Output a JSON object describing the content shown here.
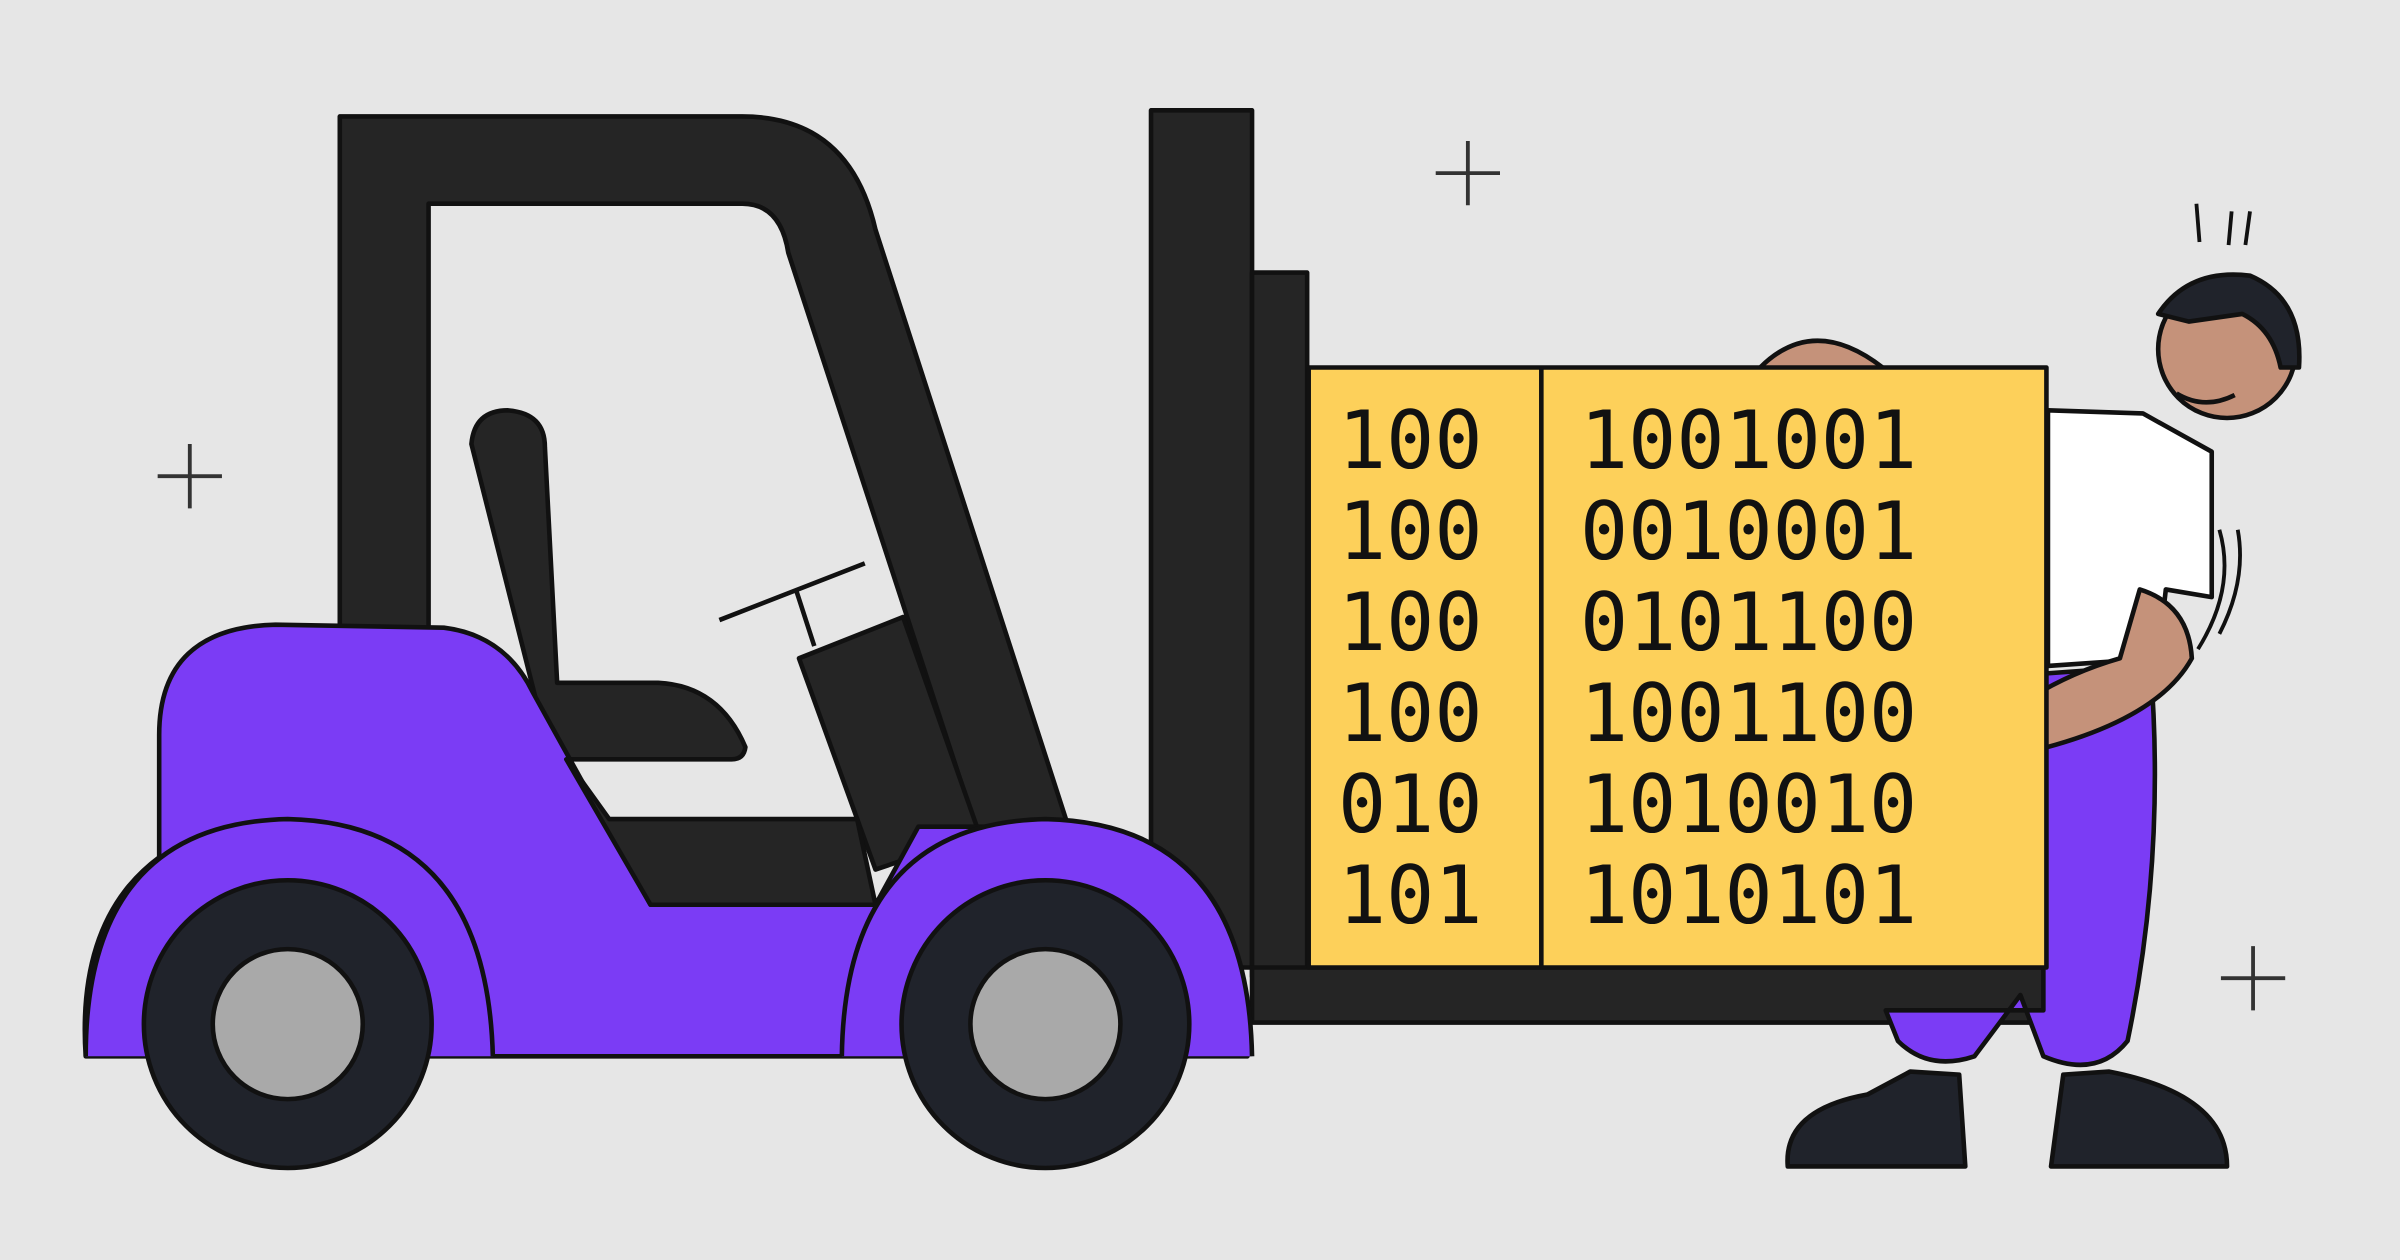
{
  "illustration": {
    "subject": "forklift lifting block of binary data with person pushing",
    "colors": {
      "background": "#e6e6e6",
      "forklift_body": "#7b3cf5",
      "frame": "#252525",
      "crate": "#fdd05a",
      "wheel": "#20232b",
      "hub": "#a9a9a9",
      "skin": "#c5927a",
      "shirt": "#ffffff",
      "pants": "#7b3cf5"
    },
    "binary_left": [
      "100",
      "100",
      "100",
      "100",
      "010",
      "101"
    ],
    "binary_right": [
      "1001001",
      "0010001",
      "0101100",
      "1001100",
      "1010010",
      "1010101"
    ]
  }
}
